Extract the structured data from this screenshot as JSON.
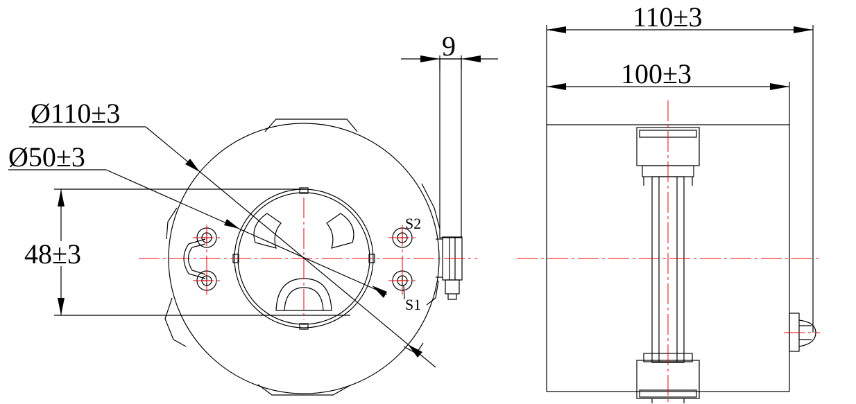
{
  "colors": {
    "line": "#000000",
    "centerline": "#e8000b",
    "background": "#ffffff"
  },
  "front_view": {
    "outer_diameter": "Ø110±3",
    "inner_diameter": "Ø50±3",
    "height": "48±3",
    "connector_width": "9",
    "terminal_s1": "S1",
    "terminal_s2": "S2"
  },
  "side_view": {
    "overall_width": "110±3",
    "body_width": "100±3"
  }
}
